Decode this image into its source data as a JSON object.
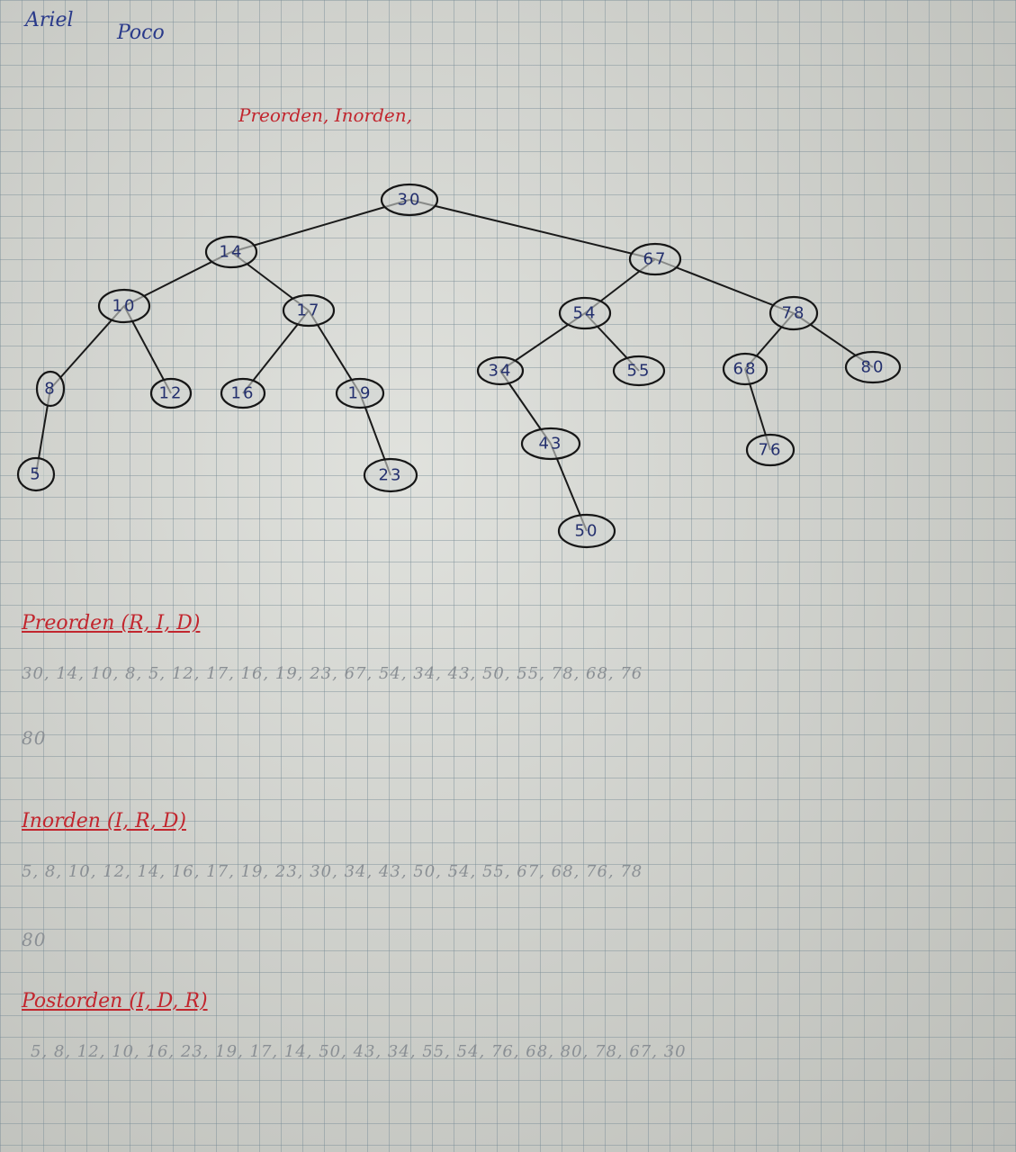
{
  "header": {
    "name_first": "Ariel",
    "name_last": "Poco"
  },
  "title": "Preorden, Inorden,",
  "tree": {
    "nodes": [
      {
        "id": "n30",
        "label": "30"
      },
      {
        "id": "n14",
        "label": "14"
      },
      {
        "id": "n67",
        "label": "67"
      },
      {
        "id": "n10",
        "label": "10"
      },
      {
        "id": "n17",
        "label": "17"
      },
      {
        "id": "n54",
        "label": "54"
      },
      {
        "id": "n78",
        "label": "78"
      },
      {
        "id": "n8",
        "label": "8"
      },
      {
        "id": "n12",
        "label": "12"
      },
      {
        "id": "n16",
        "label": "16"
      },
      {
        "id": "n19",
        "label": "19"
      },
      {
        "id": "n34",
        "label": "34"
      },
      {
        "id": "n55",
        "label": "55"
      },
      {
        "id": "n68",
        "label": "68"
      },
      {
        "id": "n80",
        "label": "80"
      },
      {
        "id": "n5",
        "label": "5"
      },
      {
        "id": "n23",
        "label": "23"
      },
      {
        "id": "n43",
        "label": "43"
      },
      {
        "id": "n76",
        "label": "76"
      },
      {
        "id": "n50",
        "label": "50"
      }
    ],
    "edges": [
      [
        "n30",
        "n14"
      ],
      [
        "n30",
        "n67"
      ],
      [
        "n14",
        "n10"
      ],
      [
        "n14",
        "n17"
      ],
      [
        "n10",
        "n8"
      ],
      [
        "n10",
        "n12"
      ],
      [
        "n8",
        "n5"
      ],
      [
        "n17",
        "n16"
      ],
      [
        "n17",
        "n19"
      ],
      [
        "n19",
        "n23"
      ],
      [
        "n67",
        "n54"
      ],
      [
        "n67",
        "n78"
      ],
      [
        "n54",
        "n34"
      ],
      [
        "n54",
        "n55"
      ],
      [
        "n34",
        "n43"
      ],
      [
        "n43",
        "n50"
      ],
      [
        "n78",
        "n68"
      ],
      [
        "n78",
        "n80"
      ],
      [
        "n68",
        "n76"
      ]
    ]
  },
  "preorder": {
    "heading": "Preorden (R, I, D)",
    "line1": "30, 14, 10, 8, 5, 12, 17, 16, 19, 23, 67, 54, 34, 43, 50, 55, 78, 68, 76",
    "line2": "80"
  },
  "inorder": {
    "heading": "Inorden (I, R, D)",
    "line1": "5, 8, 10, 12, 14, 16, 17, 19, 23, 30, 34, 43, 50, 54, 55, 67, 68, 76, 78",
    "line2": "80"
  },
  "postorder": {
    "heading": "Postorden (I, D, R)",
    "line1": "5, 8, 12, 10, 16, 23, 19, 17, 14, 50, 43, 34, 55, 54, 76, 68, 80, 78, 67, 30"
  },
  "colors": {
    "ink_blue": "#24306e",
    "ink_red": "#c2262e",
    "pencil": "#8a8f94",
    "paper": "#d6d8d2"
  }
}
